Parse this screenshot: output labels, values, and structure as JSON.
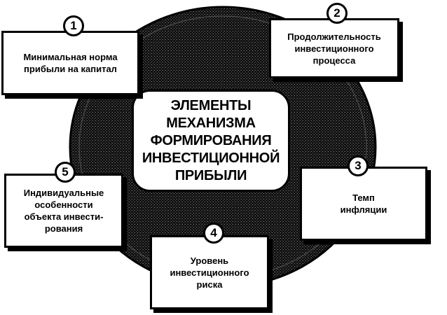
{
  "center_title": "ЭЛЕМЕНТЫ\nМЕХАНИЗМА\nФОРМИРОВАНИЯ\nИНВЕСТИЦИОННОЙ\nПРИБЫЛИ",
  "elements": [
    {
      "number": "1",
      "label": "Минимальная норма\nприбыли на капитал"
    },
    {
      "number": "2",
      "label": "Продолжительность\nинвестиционного\nпроцесса"
    },
    {
      "number": "3",
      "label": "Темп\nинфляции"
    },
    {
      "number": "4",
      "label": "Уровень\nинвестиционного\nриска"
    },
    {
      "number": "5",
      "label": "Индивидуальные\nособенности\nобъекта инвести-\nрования"
    }
  ],
  "colors": {
    "ink": "#000000",
    "disc": "#1a1a1a",
    "paper": "#ffffff"
  }
}
